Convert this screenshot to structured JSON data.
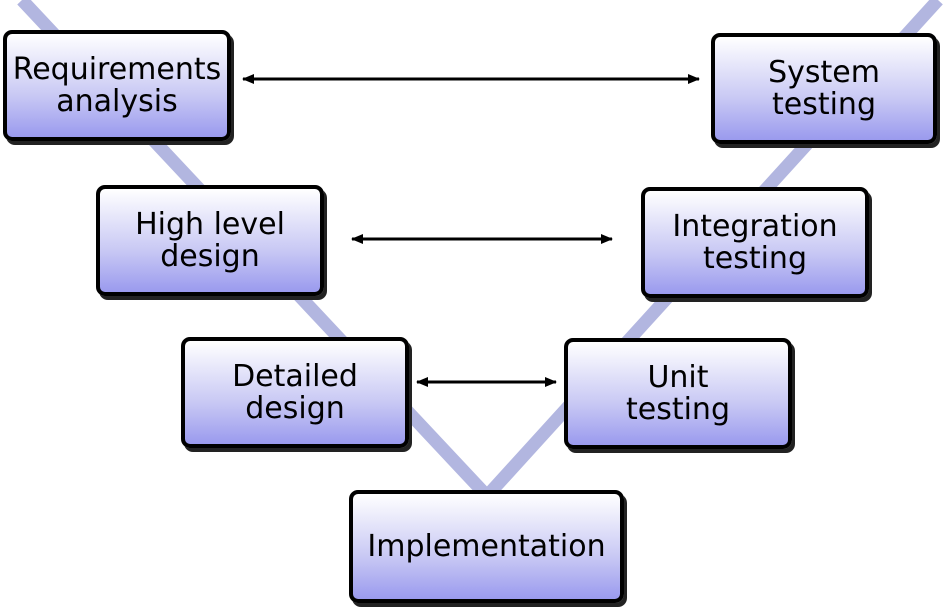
{
  "colors": {
    "v_line": "#b2b6e0",
    "box_border": "#000000",
    "box_fill_top": "#ffffff",
    "box_fill_bottom": "#9a9aee",
    "arrow": "#000000"
  },
  "left_branch": {
    "requirements": "Requirements\nanalysis",
    "high_level": "High level\ndesign",
    "detailed": "Detailed\ndesign"
  },
  "right_branch": {
    "system": "System\ntesting",
    "integration": "Integration\ntesting",
    "unit": "Unit\ntesting"
  },
  "bottom": {
    "implementation": "Implementation"
  },
  "connections": [
    {
      "from": "Requirements analysis",
      "to": "System testing",
      "style": "double-arrow"
    },
    {
      "from": "High level design",
      "to": "Integration testing",
      "style": "double-arrow"
    },
    {
      "from": "Detailed design",
      "to": "Unit testing",
      "style": "double-arrow"
    }
  ]
}
